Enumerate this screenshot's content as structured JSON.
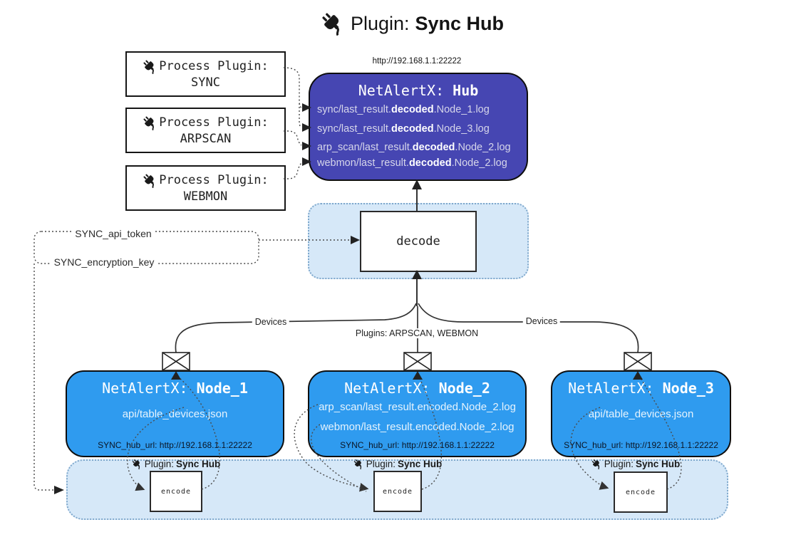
{
  "title": {
    "icon": "plug-icon",
    "prefix": "Plugin:",
    "name": "Sync Hub"
  },
  "process_plugins": [
    {
      "label": "Process Plugin:",
      "name": "SYNC"
    },
    {
      "label": "Process Plugin:",
      "name": "ARPSCAN"
    },
    {
      "label": "Process Plugin:",
      "name": "WEBMON"
    }
  ],
  "hub": {
    "url": "http://192.168.1.1:22222",
    "title_prefix": "NetAlertX:",
    "title_name": "Hub",
    "entries": [
      {
        "pre": "sync/last_result.",
        "bold": "decoded",
        "post": ".Node_1.log"
      },
      {
        "pre": "sync/last_result.",
        "bold": "decoded",
        "post": ".Node_3.log"
      },
      {
        "pre": "arp_scan/last_result.",
        "bold": "decoded",
        "post": ".Node_2.log"
      },
      {
        "pre": "webmon/last_result.",
        "bold": "decoded",
        "post": ".Node_2.log"
      }
    ]
  },
  "decode": {
    "label": "decode"
  },
  "tokens": {
    "api_token": "SYNC_api_token",
    "encryption_key": "SYNC_encryption_key"
  },
  "edges": {
    "devices_left": "Devices",
    "plugins_center": "Plugins: ARPSCAN, WEBMON",
    "devices_right": "Devices"
  },
  "nodes": [
    {
      "title_prefix": "NetAlertX:",
      "title_name": "Node_1",
      "files": [
        "api/table_devices.json"
      ],
      "hub_url": "SYNC_hub_url: http://192.168.1.1:22222"
    },
    {
      "title_prefix": "NetAlertX:",
      "title_name": "Node_2",
      "files": [
        "arp_scan/last_result.encoded.Node_2.log",
        "webmon/last_result.encoded.Node_2.log"
      ],
      "hub_url": "SYNC_hub_url: http://192.168.1.1:22222"
    },
    {
      "title_prefix": "NetAlertX:",
      "title_name": "Node_3",
      "files": [
        "api/table_devices.json"
      ],
      "hub_url": "SYNC_hub_url: http://192.168.1.1:22222"
    }
  ],
  "encoder_bar": {
    "plugin_labels": [
      {
        "prefix": "Plugin:",
        "name": "Sync Hub"
      },
      {
        "prefix": "Plugin:",
        "name": "Sync Hub"
      },
      {
        "prefix": "Plugin:",
        "name": "Sync Hub"
      }
    ],
    "encode_label": "encode"
  },
  "colors": {
    "hub_bg": "#4646B2",
    "node_bg": "#2F9BEF",
    "container_bg": "#D6E8F8",
    "container_border": "#7FA8CC",
    "line": "#3a3a3a"
  }
}
